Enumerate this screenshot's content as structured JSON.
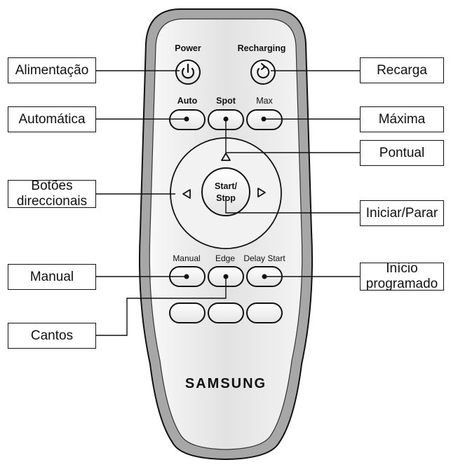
{
  "remote": {
    "brand": "SAMSUNG",
    "buttons": {
      "power": "Power",
      "recharging": "Recharging",
      "auto": "Auto",
      "spot": "Spot",
      "max": "Max",
      "start_stop_line1": "Start/",
      "start_stop_line2": "Stop",
      "manual": "Manual",
      "edge": "Edge",
      "delay_start": "Delay Start"
    }
  },
  "callouts": {
    "alimentacao": "Alimentação",
    "recarga": "Recarga",
    "automatica": "Automática",
    "maxima": "Máxima",
    "pontual": "Pontual",
    "botoes_line1": "Botões",
    "botoes_line2": "direccionais",
    "iniciar_parar": "Iniciar/Parar",
    "manual": "Manual",
    "inicio_line1": "Início",
    "inicio_line2": "programado",
    "cantos": "Cantos"
  },
  "colors": {
    "body_fill": "#e6e6e6",
    "rim": "#9b9b9b",
    "outline": "#111111",
    "button_fill": "#f4f4f4",
    "dot": "#111111"
  }
}
